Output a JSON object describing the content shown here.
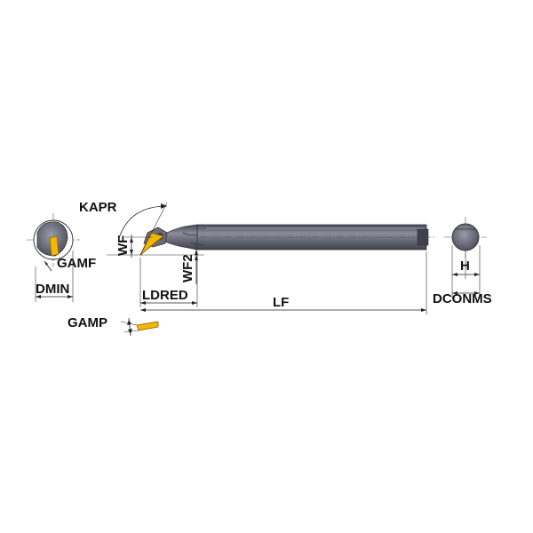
{
  "labels": {
    "kapr": "KAPR",
    "wf": "WF",
    "gamf": "GAMF",
    "dmin": "DMIN",
    "wf2": "WF2",
    "ldred": "LDRED",
    "lf": "LF",
    "h": "H",
    "dconms": "DCONMS",
    "gamp": "GAMP"
  },
  "colors": {
    "shank": "#5f6170",
    "shank_highlight": "#8a8c9a",
    "insert": "#f2b705",
    "insert_edge": "#8a6400"
  }
}
